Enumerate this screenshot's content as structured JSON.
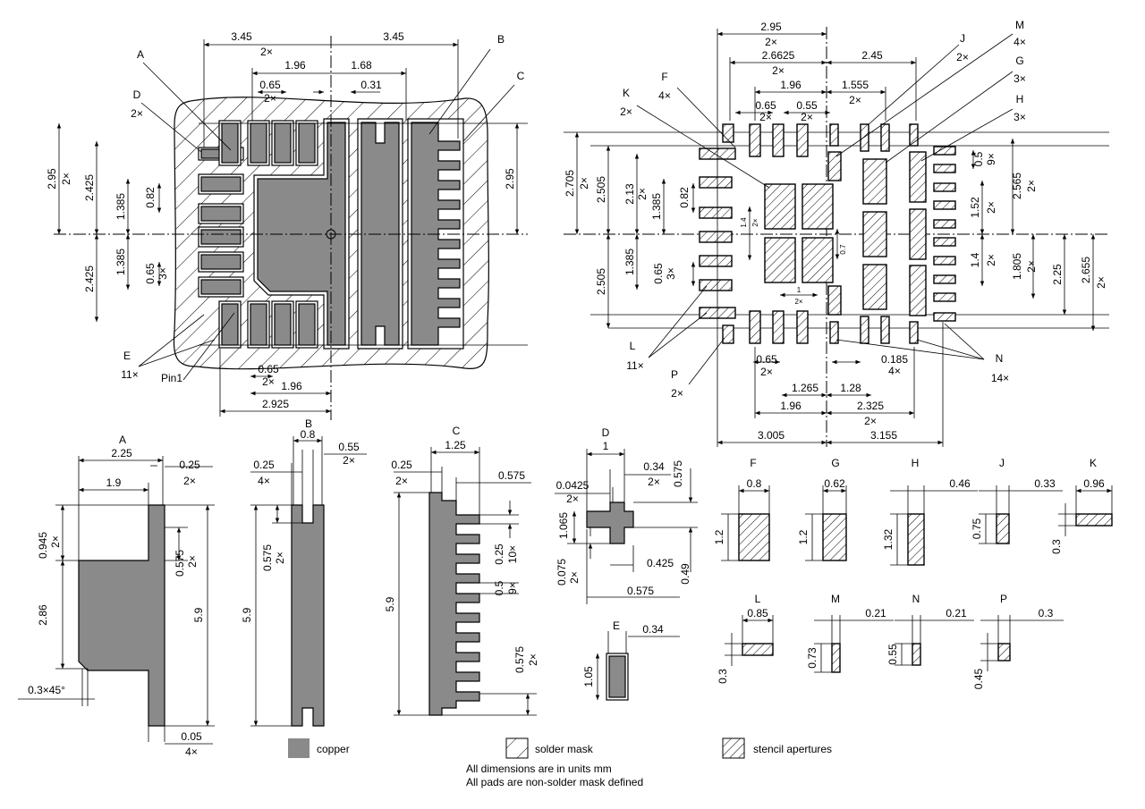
{
  "notes": {
    "units": "All dimensions are in units mm",
    "pads": "All pads are non-solder mask defined"
  },
  "legend": {
    "copper": "copper",
    "solder_mask": "solder mask",
    "stencil": "stencil apertures"
  },
  "colors": {
    "copper": "#8a8a8a",
    "line": "#000000",
    "background": "#ffffff"
  },
  "land_pattern": {
    "top_3_45_left": "3.45",
    "top_3_45_right": "3.45",
    "top_2x": "2×",
    "d_1_96": "1.96",
    "d_1_68": "1.68",
    "d_0_65": "0.65",
    "d_0_65_2x": "2×",
    "d_0_31": "0.31",
    "left_2_95": "2.95",
    "left_2_95_2x": "2×",
    "left_2_425a": "2.425",
    "left_1_385a": "1.385",
    "left_0_82": "0.82",
    "left_1_385b": "1.385",
    "left_0_65": "0.65",
    "left_0_65_3x": "3×",
    "left_2_425b": "2.425",
    "right_2_95": "2.95",
    "bot_0_65": "0.65",
    "bot_0_65_2x": "2×",
    "bot_1_96": "1.96",
    "bot_2_925": "2.925",
    "lbl_a": "A",
    "lbl_b": "B",
    "lbl_c": "C",
    "lbl_d": "D",
    "lbl_d_2x": "2×",
    "lbl_e": "E",
    "lbl_e_11x": "11×",
    "lbl_pin1": "Pin1"
  },
  "stencil_pattern": {
    "t_2_95": "2.95",
    "t_2_95_2x": "2×",
    "t_2_6625": "2.6625",
    "t_2_6625_2x": "2×",
    "t_2_45": "2.45",
    "t_1_96": "1.96",
    "t_1_555": "1.555",
    "t_1_555_2x": "2×",
    "t_0_65": "0.65",
    "t_0_65_2x": "2×",
    "t_0_55": "0.55",
    "t_0_55_2x": "2×",
    "l_2_705": "2.705",
    "l_2_705_2x": "2×",
    "l_2_505a": "2.505",
    "l_2_13": "2.13",
    "l_2_13_2x": "2×",
    "l_1_385a": "1.385",
    "l_0_82": "0.82",
    "l_1_4": "1.4",
    "l_1_4_2x": "2×",
    "l_1_385b": "1.385",
    "l_0_65": "0.65",
    "l_0_65_3x": "3×",
    "l_2_505b": "2.505",
    "c_0_7": "0.7",
    "c_1": "1",
    "c_1_2x": "2×",
    "r_0_5": "0.5",
    "r_0_5_9x": "9×",
    "r_1_52": "1.52",
    "r_1_52_2x": "2×",
    "r_2_565": "2.565",
    "r_2_565_2x": "2×",
    "r_1_4": "1.4",
    "r_1_4_2x": "2×",
    "r_1_805": "1.805",
    "r_1_805_2x": "2×",
    "r_2_25": "2.25",
    "r_2_655": "2.655",
    "r_2_655_2x": "2×",
    "b_0_65": "0.65",
    "b_0_65_2x": "2×",
    "b_0_185": "0.185",
    "b_0_185_4x": "4×",
    "b_1_265": "1.265",
    "b_1_28": "1.28",
    "b_1_96": "1.96",
    "b_2_325": "2.325",
    "b_2_325_2x": "2×",
    "b_3_005": "3.005",
    "b_3_155": "3.155",
    "lbl_f": "F",
    "lbl_f_4x": "4×",
    "lbl_k": "K",
    "lbl_k_2x": "2×",
    "lbl_j": "J",
    "lbl_j_2x": "2×",
    "lbl_m": "M",
    "lbl_m_4x": "4×",
    "lbl_g": "G",
    "lbl_g_3x": "3×",
    "lbl_h": "H",
    "lbl_h_3x": "3×",
    "lbl_l": "L",
    "lbl_l_11x": "11×",
    "lbl_p": "P",
    "lbl_p_2x": "2×",
    "lbl_n": "N",
    "lbl_n_14x": "14×"
  },
  "pad_a": {
    "title": "A",
    "w_2_25": "2.25",
    "w_0_25": "0.25",
    "w_0_25_2x": "2×",
    "w_1_9": "1.9",
    "h_0_945": "0.945",
    "h_0_945_2x": "2×",
    "h_2_86": "2.86",
    "h_0_575": "0.575",
    "h_0_575_2x": "2×",
    "h_5_9": "5.9",
    "chamfer": "0.3×45°",
    "w_0_05": "0.05",
    "w_0_05_4x": "4×"
  },
  "pad_b": {
    "title": "B",
    "w_0_8": "0.8",
    "w_0_55": "0.55",
    "w_0_55_2x": "2×",
    "w_0_25": "0.25",
    "w_0_25_4x": "4×",
    "h_0_575": "0.575",
    "h_0_575_2x": "2×",
    "h_5_9": "5.9"
  },
  "pad_c": {
    "title": "C",
    "w_1_25": "1.25",
    "w_0_25": "0.25",
    "w_0_25_2x": "2×",
    "w_0_575": "0.575",
    "h_5_9": "5.9",
    "h_0_25": "0.25",
    "h_0_25_10x": "10×",
    "h_0_5": "0.5",
    "h_0_5_9x": "9×",
    "h_0_575": "0.575",
    "h_0_575_2x": "2×"
  },
  "pad_d": {
    "title": "D",
    "w_1": "1",
    "w_0_34": "0.34",
    "w_0_34_2x": "2×",
    "w_0_0425": "0.0425",
    "w_0_0425_2x": "2×",
    "h_0_575": "0.575",
    "h_1_065": "1.065",
    "h_0_075": "0.075",
    "h_0_075_2x": "2×",
    "w_0_425": "0.425",
    "h_0_49": "0.49",
    "w_0_575": "0.575"
  },
  "pad_e": {
    "title": "E",
    "w_0_34": "0.34",
    "h_1_05": "1.05"
  },
  "stencil_details": [
    {
      "title": "F",
      "w": "0.8",
      "h": "1.2"
    },
    {
      "title": "G",
      "w": "0.62",
      "h": "1.2"
    },
    {
      "title": "H",
      "w": "0.46",
      "h": "1.32"
    },
    {
      "title": "J",
      "w": "0.33",
      "h": "0.75"
    },
    {
      "title": "K",
      "w": "0.96",
      "h": "0.3"
    },
    {
      "title": "L",
      "w": "0.85",
      "h": "0.3"
    },
    {
      "title": "M",
      "w": "0.21",
      "h": "0.73"
    },
    {
      "title": "N",
      "w": "0.21",
      "h": "0.55"
    },
    {
      "title": "P",
      "w": "0.3",
      "h": "0.45"
    }
  ]
}
